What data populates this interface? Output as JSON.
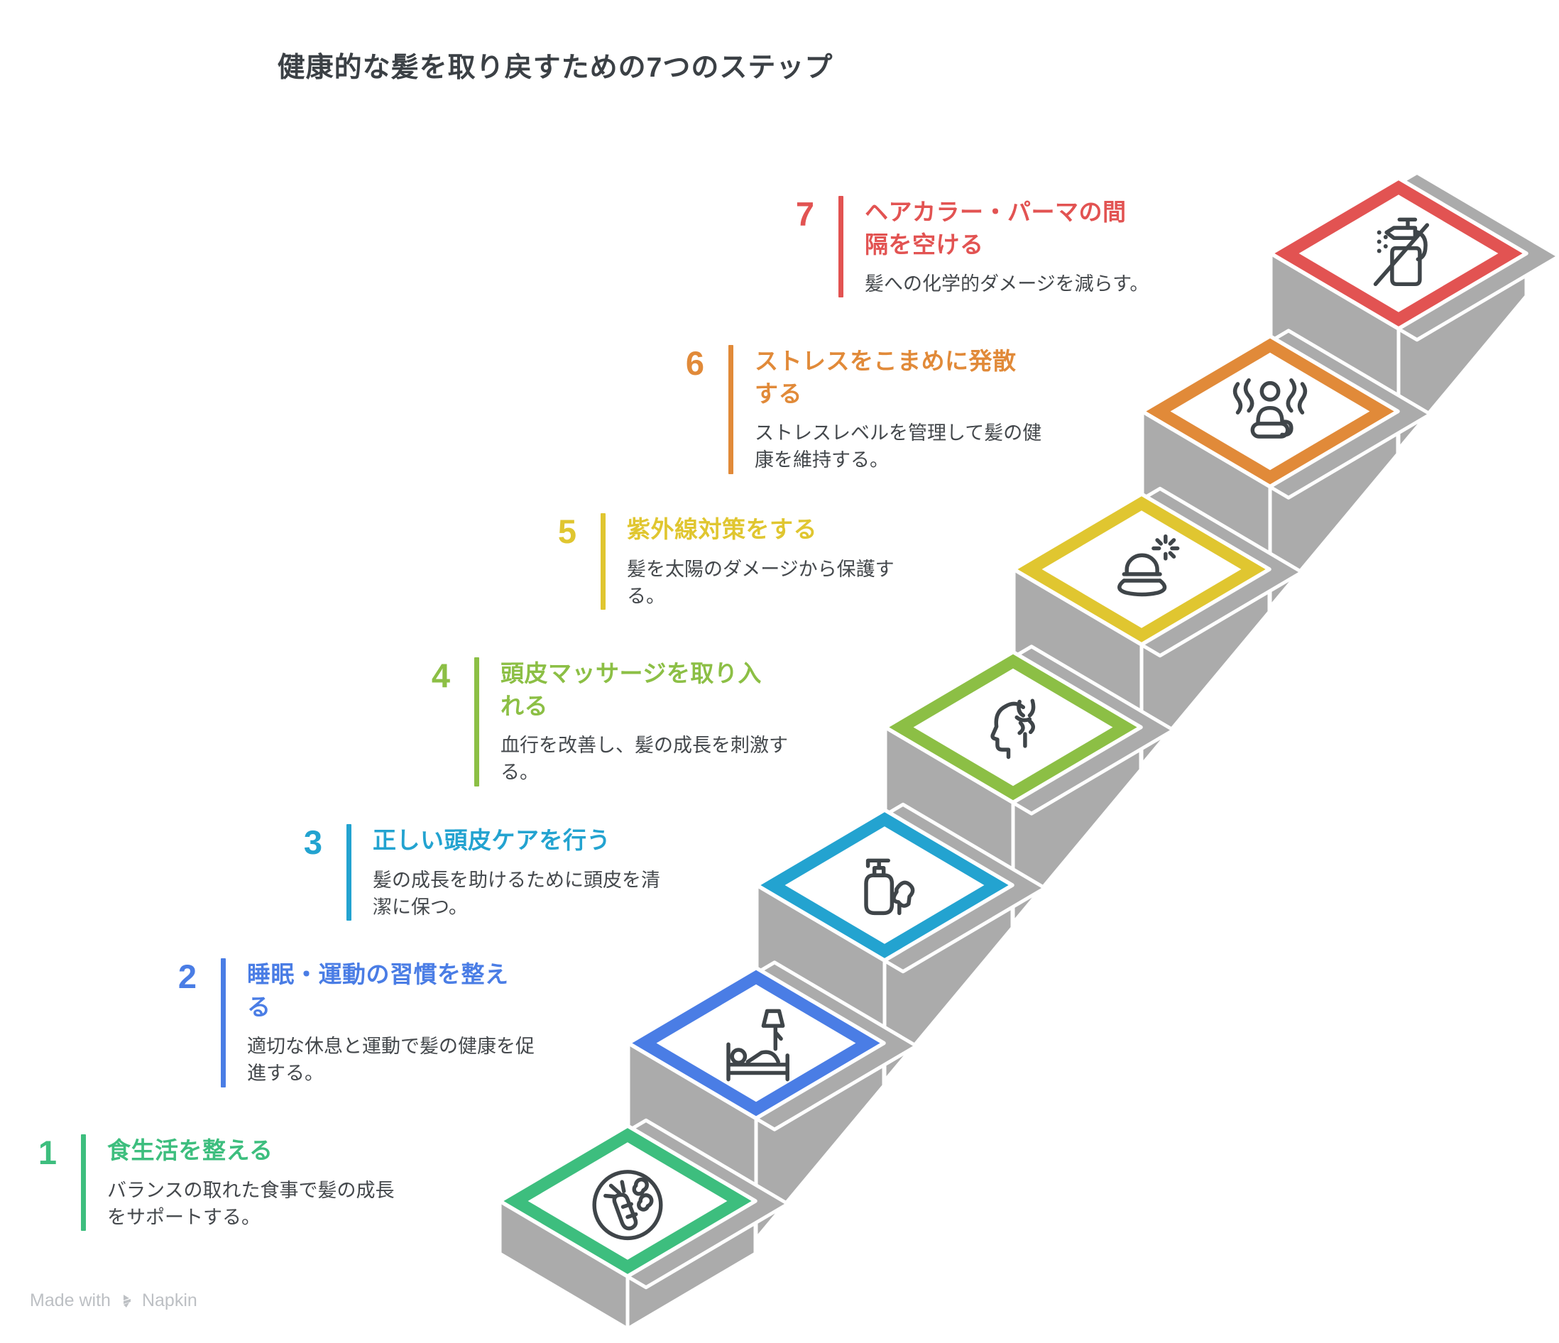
{
  "title": "健康的な髪を取り戻すための7つのステップ",
  "palette": {
    "stair_gray": "#ABABAB",
    "body_text": "#44484C",
    "title_text": "#3B4045",
    "icon_stroke": "#3F4549"
  },
  "steps": [
    {
      "number": "1",
      "title": "食生活を整える",
      "description": "バランスの取れた食事で髪の成長をサポートする。",
      "color": "#3DBE7E",
      "icon": "healthy-diet-icon"
    },
    {
      "number": "2",
      "title": "睡眠・運動の習慣を整える",
      "description": "適切な休息と運動で髪の健康を促進する。",
      "color": "#4A7DE5",
      "icon": "sleep-exercise-icon"
    },
    {
      "number": "3",
      "title": "正しい頭皮ケアを行う",
      "description": "髪の成長を助けるために頭皮を清潔に保つ。",
      "color": "#23A3D0",
      "icon": "scalp-care-icon"
    },
    {
      "number": "4",
      "title": "頭皮マッサージを取り入れる",
      "description": "血行を改善し、髪の成長を刺激する。",
      "color": "#8CBF45",
      "icon": "scalp-massage-icon"
    },
    {
      "number": "5",
      "title": "紫外線対策をする",
      "description": "髪を太陽のダメージから保護する。",
      "color": "#E0C630",
      "icon": "uv-protection-icon"
    },
    {
      "number": "6",
      "title": "ストレスをこまめに発散する",
      "description": "ストレスレベルを管理して髪の健康を維持する。",
      "color": "#E18A39",
      "icon": "stress-relief-icon"
    },
    {
      "number": "7",
      "title": "ヘアカラー・パーマの間隔を空ける",
      "description": "髪への化学的ダメージを減らす。",
      "color": "#E25352",
      "icon": "no-chemical-spray-icon"
    }
  ],
  "watermark": {
    "made_with": "Made with",
    "brand": "Napkin"
  }
}
